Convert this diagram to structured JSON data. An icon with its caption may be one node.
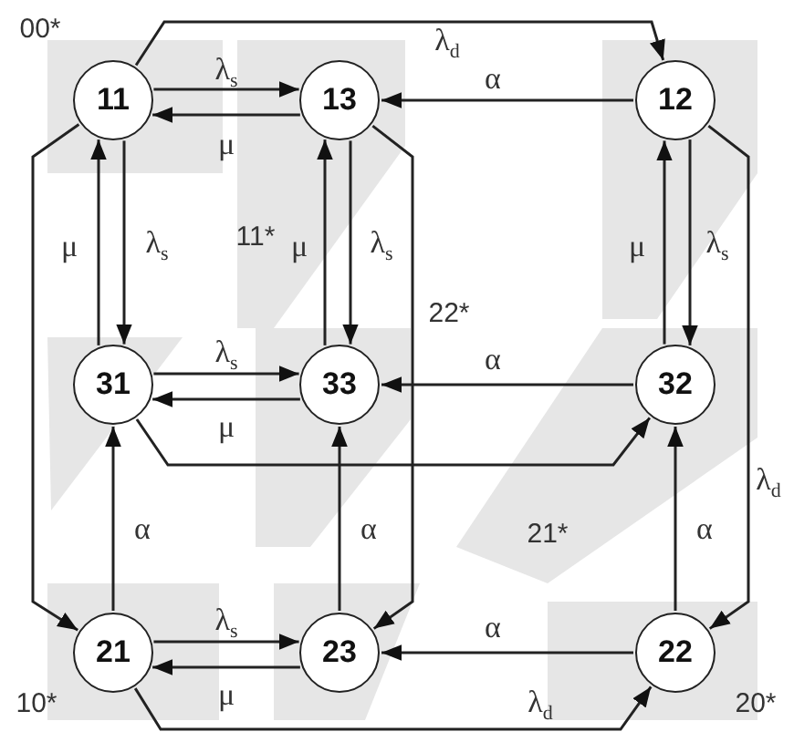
{
  "diagram": {
    "nodes": [
      {
        "text": [
          "11"
        ]
      },
      {
        "text": [
          "13"
        ]
      },
      {
        "text": [
          "12"
        ]
      },
      {
        "text": [
          "31"
        ]
      },
      {
        "text": [
          "33"
        ]
      },
      {
        "text": [
          "32"
        ]
      },
      {
        "text": [
          "21"
        ]
      },
      {
        "text": [
          "23"
        ]
      },
      {
        "text": [
          "22"
        ]
      }
    ],
    "edges": [
      {
        "from": 0,
        "to": 1,
        "arrow": "to",
        "label": "λ$_{s}$"
      },
      {
        "from": 1,
        "to": 0,
        "arrow": "to",
        "label": "μ"
      },
      {
        "from": 0,
        "to": 3,
        "arrow": "to",
        "label": "λ$_{s}$"
      },
      {
        "from": 3,
        "to": 0,
        "arrow": "to",
        "label": "μ"
      },
      {
        "from": 1,
        "to": 4,
        "arrow": "to",
        "label": "λ$_{s}$"
      },
      {
        "from": 4,
        "to": 1,
        "arrow": "to",
        "label": "μ"
      },
      {
        "from": 3,
        "to": 4,
        "arrow": "to",
        "label": "λ$_{s}$"
      },
      {
        "from": 4,
        "to": 3,
        "arrow": "to",
        "label": "μ"
      },
      {
        "from": 2,
        "to": 1,
        "arrow": "to",
        "label": "α"
      },
      {
        "from": 2,
        "to": 5,
        "arrow": "to",
        "label": "λ$_{s}$"
      },
      {
        "from": 5,
        "to": 2,
        "arrow": "to",
        "label": "μ"
      },
      {
        "from": 5,
        "to": 4,
        "arrow": "to",
        "label": "α"
      },
      {
        "from": 6,
        "to": 3,
        "arrow": "to",
        "label": "α"
      },
      {
        "from": 6,
        "to": 7,
        "arrow": "to",
        "label": "λ$_{s}$"
      },
      {
        "from": 7,
        "to": 6,
        "arrow": "to",
        "label": "μ"
      },
      {
        "from": 7,
        "to": 4,
        "arrow": "to",
        "label": "α"
      },
      {
        "from": 8,
        "to": 7,
        "arrow": "to",
        "label": "α"
      },
      {
        "from": 8,
        "to": 5,
        "arrow": "to",
        "label": "α"
      },
      {
        "from": 0,
        "to": 2,
        "arrow": "to",
        "label": "λ$_{d}$"
      },
      {
        "from": 0,
        "to": 6,
        "arrow": "to"
      },
      {
        "from": 2,
        "to": 8,
        "arrow": "to",
        "label": "λ$_{d}$"
      },
      {
        "from": 6,
        "to": 8,
        "arrow": "to",
        "label": "λ$_{d}$"
      },
      {
        "from": 1,
        "to": 7,
        "arrow": "to"
      },
      {
        "from": 3,
        "to": 5,
        "arrow": "to"
      }
    ],
    "labels": [
      "00*",
      "11*",
      "22*",
      "21*",
      "10*",
      "20*"
    ]
  }
}
